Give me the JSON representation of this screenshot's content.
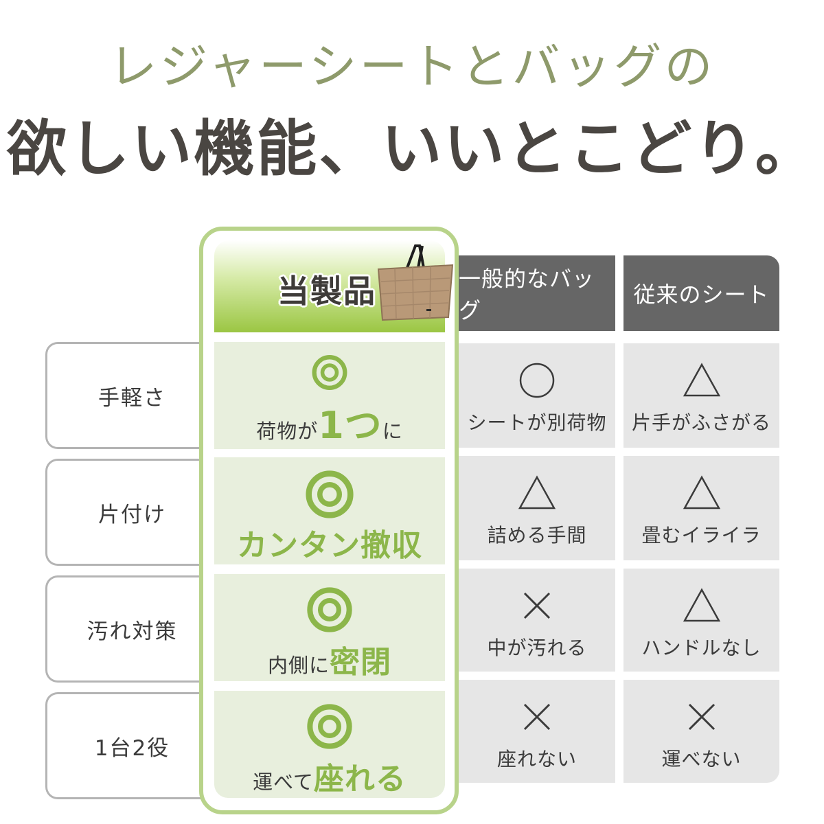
{
  "headline": {
    "subtitle": "レジャーシートとバッグの",
    "title": "欲しい機能、いいとこどり。"
  },
  "columns": {
    "product": "当製品",
    "bag": "一般的なバッグ",
    "sheet": "従来のシート"
  },
  "rows": [
    {
      "label": "手軽さ",
      "product": {
        "mark": "double-circle",
        "pre": "荷物が",
        "em": "1つ",
        "post": "に"
      },
      "bag": {
        "mark": "circle",
        "text": "シートが別荷物"
      },
      "sheet": {
        "mark": "triangle",
        "text": "片手がふさがる"
      }
    },
    {
      "label": "片付け",
      "product": {
        "mark": "double-circle",
        "pre": "",
        "em": "カンタン撤収",
        "post": ""
      },
      "bag": {
        "mark": "triangle",
        "text": "詰める手間"
      },
      "sheet": {
        "mark": "triangle",
        "text": "畳むイライラ"
      }
    },
    {
      "label": "汚れ対策",
      "product": {
        "mark": "double-circle",
        "pre": "内側に",
        "em": "密閉",
        "post": ""
      },
      "bag": {
        "mark": "cross",
        "text": "中が汚れる"
      },
      "sheet": {
        "mark": "triangle",
        "text": "ハンドルなし"
      }
    },
    {
      "label": "1台2役",
      "product": {
        "mark": "double-circle",
        "pre": "運べて",
        "em": "座れる",
        "post": ""
      },
      "bag": {
        "mark": "cross",
        "text": "座れない"
      },
      "sheet": {
        "mark": "cross",
        "text": "運べない"
      }
    }
  ],
  "colors": {
    "accent_green": "#8cb64a",
    "frame_green": "#b8d38a",
    "header_gray": "#666666",
    "cell_gray": "#e6e6e6",
    "cell_green": "#e8efdd",
    "headline_green": "#8e9a6b"
  }
}
